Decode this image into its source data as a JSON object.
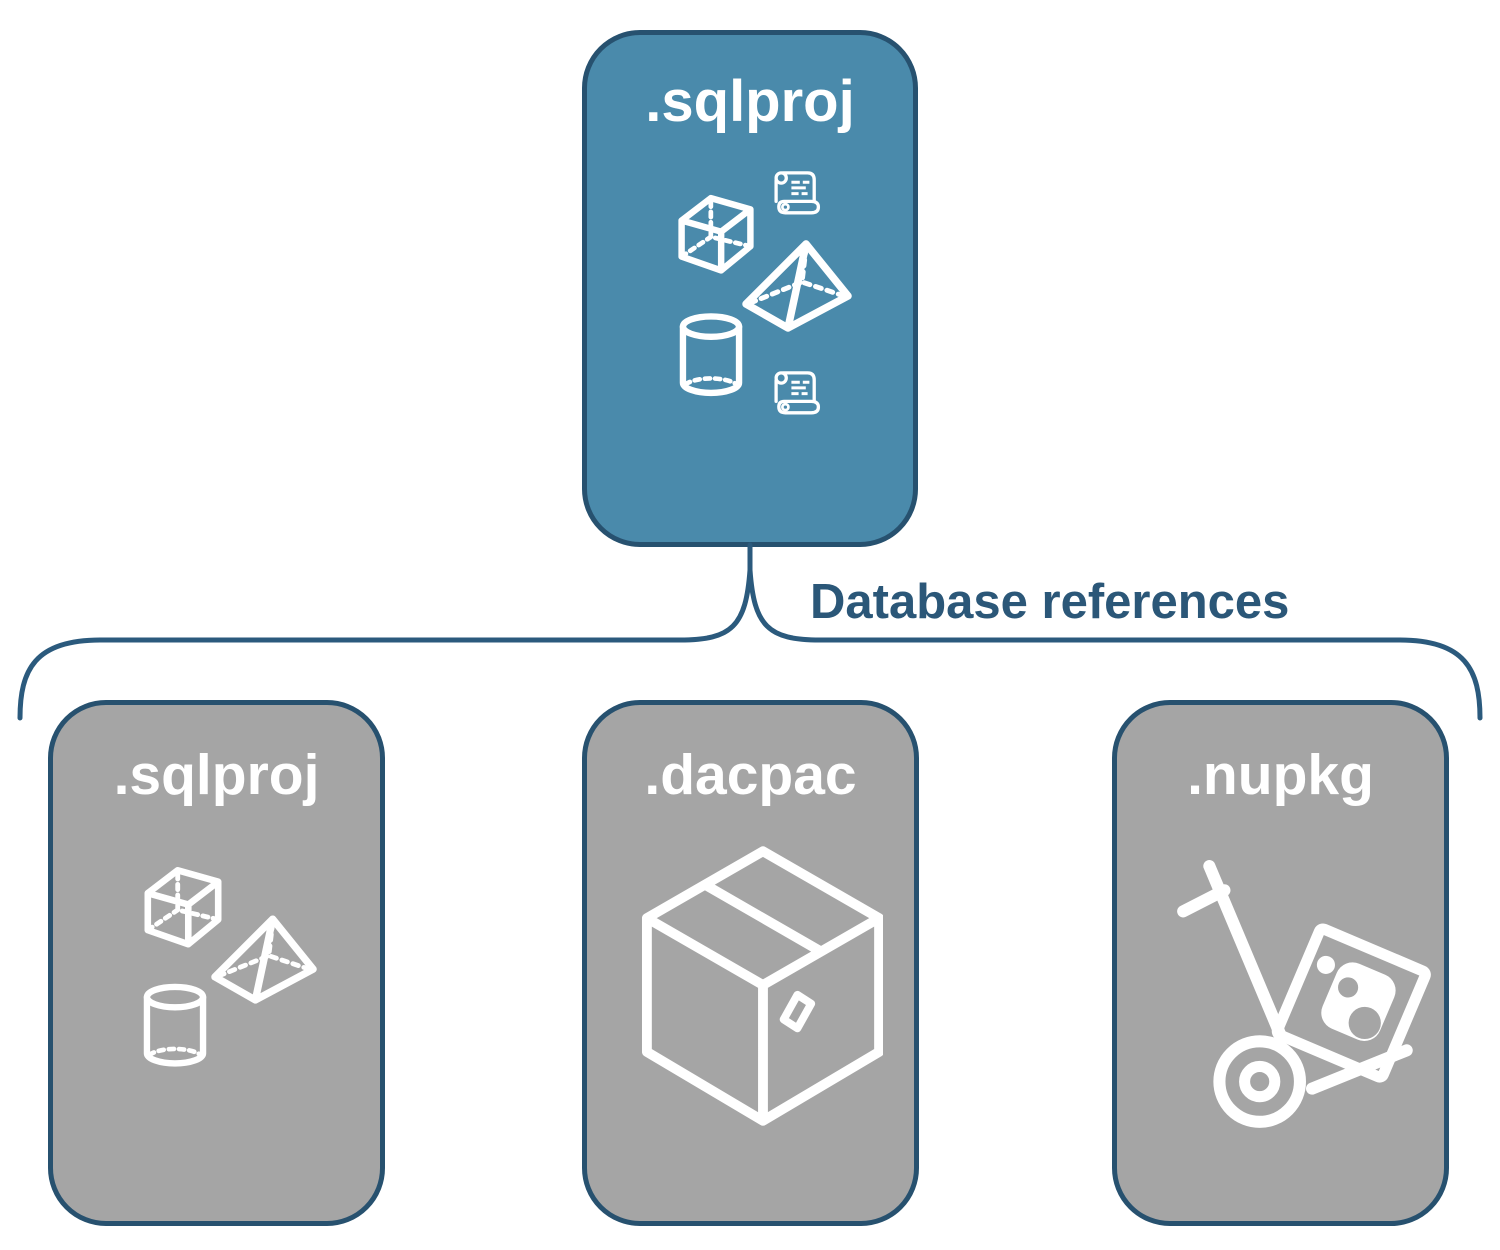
{
  "diagram": {
    "parent_card": {
      "label": ".sqlproj",
      "icons": [
        "cube-icon",
        "scroll-icon",
        "pyramid-icon",
        "cylinder-icon",
        "scroll-icon"
      ]
    },
    "edge_label": "Database references",
    "child_cards": [
      {
        "label": ".sqlproj",
        "icons": [
          "cube-icon",
          "pyramid-icon",
          "cylinder-icon"
        ]
      },
      {
        "label": ".dacpac",
        "icons": [
          "package-box-icon"
        ]
      },
      {
        "label": ".nupkg",
        "icons": [
          "hand-truck-nuget-icon"
        ]
      }
    ],
    "colors": {
      "parent_fill": "#4a8aab",
      "child_fill": "#a5a5a5",
      "outline": "#27516f",
      "connector": "#2b5a7d",
      "edge_label_text": "#2b5778",
      "card_title_text": "#ffffff",
      "icon": "#ffffff"
    }
  }
}
